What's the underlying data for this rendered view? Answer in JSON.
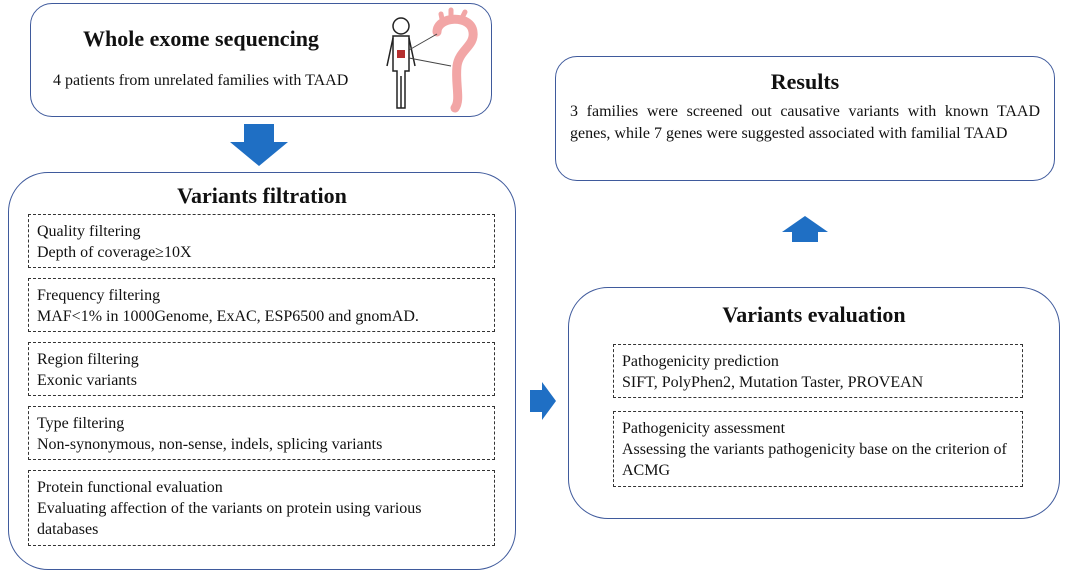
{
  "wes": {
    "title": "Whole exome sequencing",
    "text": "4 patients from unrelated families with TAAD"
  },
  "filtration": {
    "title": "Variants filtration",
    "steps": [
      {
        "heading": "Quality  filtering",
        "detail": "Depth of coverage≥10X"
      },
      {
        "heading": "Frequency filtering",
        "detail": "MAF<1% in 1000Genome, ExAC, ESP6500 and gnomAD."
      },
      {
        "heading": "Region filtering",
        "detail": "Exonic variants"
      },
      {
        "heading": "Type filtering",
        "detail": "Non-synonymous, non-sense, indels, splicing variants"
      },
      {
        "heading": "Protein functional evaluation",
        "detail": "Evaluating  affection of the variants on protein using various databases"
      }
    ]
  },
  "evaluation": {
    "title": "Variants evaluation",
    "steps": [
      {
        "heading": "Pathogenicity prediction",
        "detail": "SIFT, PolyPhen2, Mutation Taster, PROVEAN"
      },
      {
        "heading": "Pathogenicity assessment",
        "detail": "Assessing the variants pathogenicity base on the criterion of ACMG"
      }
    ]
  },
  "results": {
    "title": "Results",
    "text": "3 families  were screened out causative variants with known TAAD genes, while  7 genes were suggested associated with familial  TAAD"
  },
  "colors": {
    "arrow": "#1f6fc4",
    "border": "#3f5a9c",
    "aorta": "#f2a6a6"
  },
  "icons": [
    "person-icon",
    "aorta-icon"
  ]
}
